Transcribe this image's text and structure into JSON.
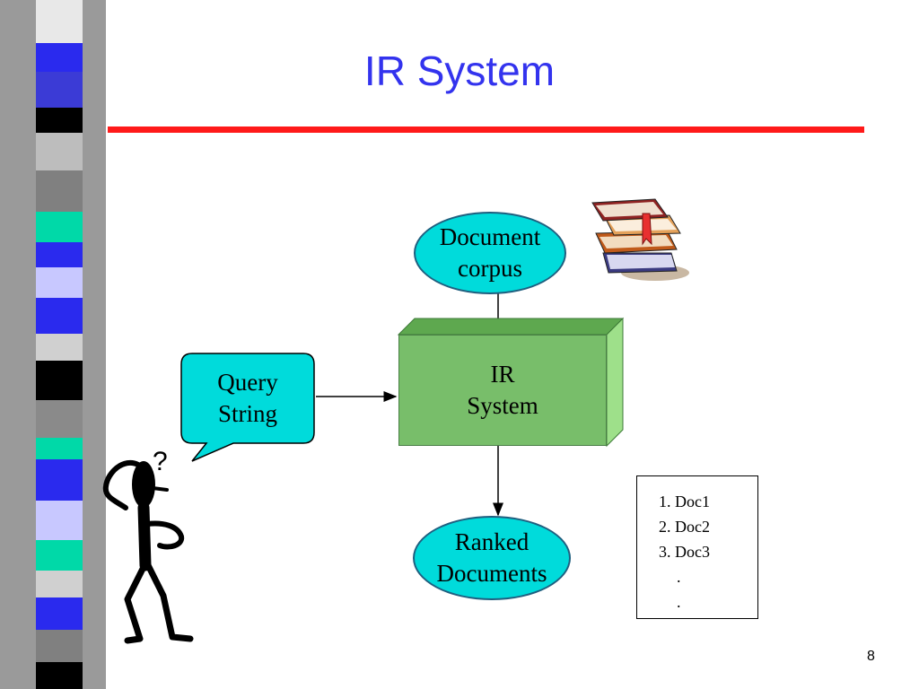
{
  "slide": {
    "title": "IR System",
    "page_number": "8"
  },
  "diagram": {
    "corpus_line1": "Document",
    "corpus_line2": "corpus",
    "system_line1": "IR",
    "system_line2": "System",
    "query_line1": "Query",
    "query_line2": "String",
    "output_line1": "Ranked",
    "output_line2": "Documents",
    "thinker_mark": "?",
    "ranked_list": [
      "1. Doc1",
      "2. Doc2",
      "3. Doc3"
    ],
    "ellipsis": [
      ".",
      "."
    ]
  },
  "colors": {
    "title": "#3333ee",
    "title_rule": "#ff1a1a",
    "ellipse_fill": "#00dbdb",
    "system_fill": "#78be6a",
    "side_stripes": [
      "#ffffff",
      "#2a2aee",
      "#ffffff",
      "#000000",
      "#00d9a8",
      "#2a2aee",
      "#c8c8ff"
    ]
  },
  "icons": {
    "books": "stack-of-books-icon",
    "person": "confused-stick-figure-icon"
  }
}
